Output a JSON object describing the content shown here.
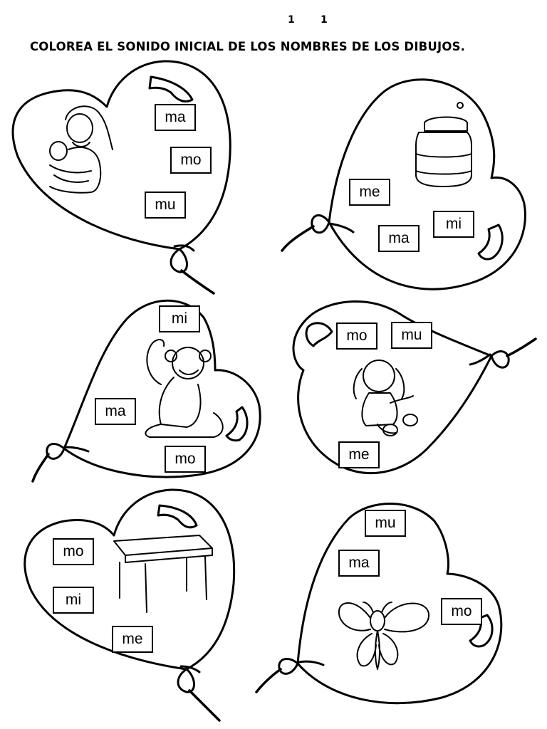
{
  "page_numbers": [
    "1",
    "1"
  ],
  "instruction": "COLOREA EL SONIDO INICIAL DE LOS NOMBRES DE LOS DIBUJOS.",
  "balloons": [
    {
      "picture": "mother-baby-icon",
      "syllables": [
        "ma",
        "mo",
        "mu"
      ]
    },
    {
      "picture": "honey-jar-icon",
      "syllables": [
        "me",
        "mi",
        "ma"
      ]
    },
    {
      "picture": "monkey-icon",
      "syllables": [
        "mi",
        "ma",
        "mo"
      ]
    },
    {
      "picture": "doll-icon",
      "syllables": [
        "mo",
        "mu",
        "me"
      ]
    },
    {
      "picture": "table-icon",
      "syllables": [
        "mo",
        "mi",
        "me"
      ]
    },
    {
      "picture": "butterfly-icon",
      "syllables": [
        "mu",
        "ma",
        "mo"
      ]
    }
  ]
}
